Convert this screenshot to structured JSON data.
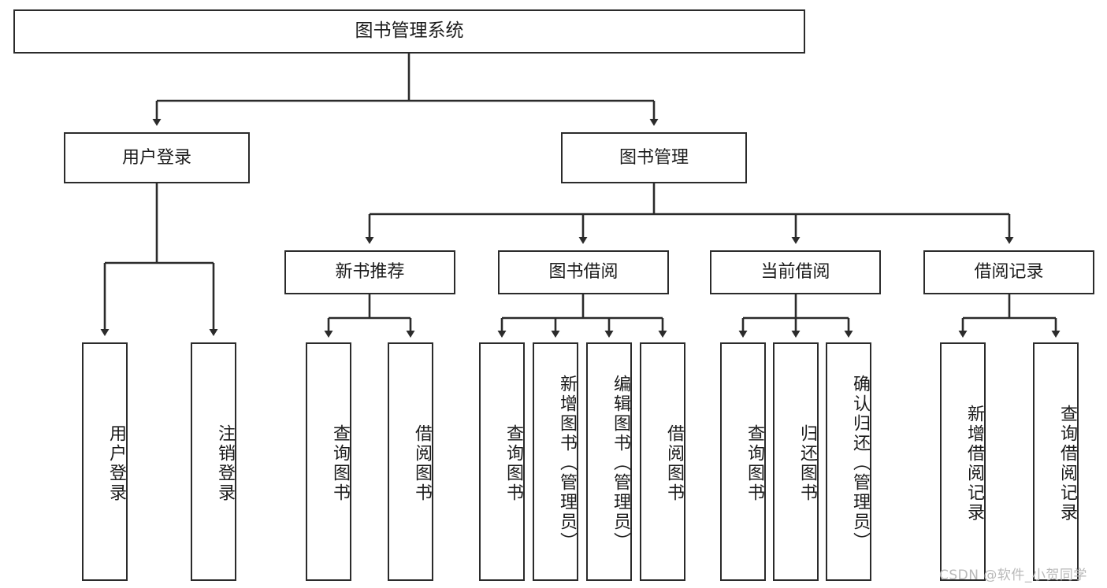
{
  "diagram": {
    "title": "图书管理系统",
    "type": "tree-hierarchy-diagram",
    "style": {
      "box_border_color": "#2b2b2b",
      "box_fill_color": "#ffffff",
      "connector_color": "#2b2b2b",
      "background_color": "#ffffff",
      "watermark_color": "#b9b9b9"
    },
    "root": {
      "label": "图书管理系统"
    },
    "level2": [
      {
        "key": "user_login",
        "label": "用户登录"
      },
      {
        "key": "book_manage",
        "label": "图书管理"
      }
    ],
    "level3": [
      {
        "key": "new_book_rec",
        "label": "新书推荐"
      },
      {
        "key": "book_borrow",
        "label": "图书借阅"
      },
      {
        "key": "current_borrow",
        "label": "当前借阅"
      },
      {
        "key": "borrow_record",
        "label": "借阅记录"
      }
    ],
    "leaves": {
      "user_login": [
        {
          "key": "leaf_user_login",
          "label": "用户登录"
        },
        {
          "key": "leaf_logout",
          "label": "注销登录"
        }
      ],
      "new_book_rec": [
        {
          "key": "leaf_query_book_1",
          "label": "查询图书"
        },
        {
          "key": "leaf_borrow_book_1",
          "label": "借阅图书"
        }
      ],
      "book_borrow": [
        {
          "key": "leaf_query_book_2",
          "label": "查询图书"
        },
        {
          "key": "leaf_add_book",
          "label": "新增图书（管理员）"
        },
        {
          "key": "leaf_edit_book",
          "label": "编辑图书（管理员）"
        },
        {
          "key": "leaf_borrow_book_2",
          "label": "借阅图书"
        }
      ],
      "current_borrow": [
        {
          "key": "leaf_query_book_3",
          "label": "查询图书"
        },
        {
          "key": "leaf_return_book",
          "label": "归还图书"
        },
        {
          "key": "leaf_confirm_return",
          "label": "确认归还（管理员）"
        }
      ],
      "borrow_record": [
        {
          "key": "leaf_add_record",
          "label": "新增借阅记录"
        },
        {
          "key": "leaf_query_record",
          "label": "查询借阅记录"
        }
      ]
    },
    "watermark": "CSDN @软件_小贺同学"
  }
}
